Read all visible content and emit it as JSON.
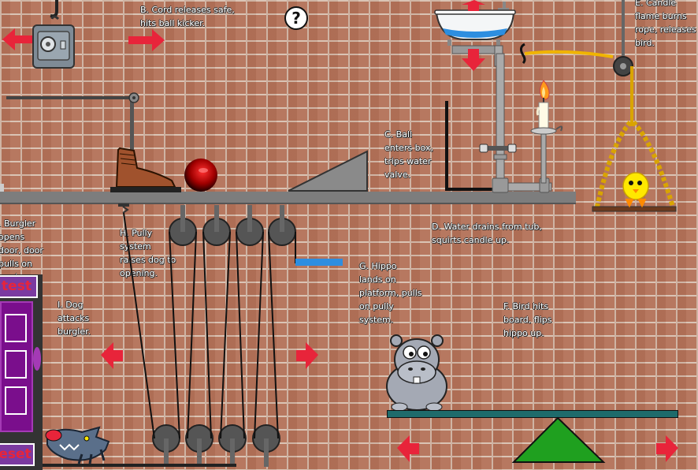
{
  "notes": {
    "b": "B. Cord releases safe, hits ball kicker.",
    "c": "C. Ball enters box, trips water valve.",
    "d": "D. Water drains from tub, squirts candle up.",
    "e": "E. Candle flame burns rope, releases bird.",
    "f": "F. Bird hits board, flips hippo up.",
    "g": "G. Hippo lands on platform, pulls on pully system.",
    "h": "H. Pully system raises dog to opening.",
    "i": "I. Dog attacks burgler.",
    "j": ". Burgler opens door, door pulls on cord."
  },
  "buttons": {
    "help": "?",
    "test": "test",
    "reset": "eset"
  },
  "colors": {
    "arrow": "#e8243a",
    "panel": "#7b3aa0",
    "water": "#2d8ee0",
    "seesaw": "#1fa01f",
    "board": "#1e6b6b"
  }
}
